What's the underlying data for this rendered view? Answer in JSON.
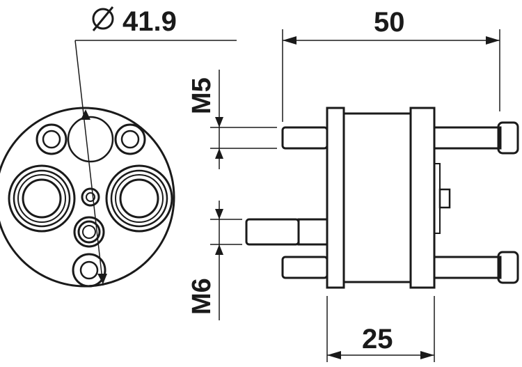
{
  "dimensions": {
    "diameter_symbol": "⌀",
    "diameter_value": "41.9",
    "overall_length": "50",
    "body_length": "25",
    "upper_thread": "M5",
    "lower_thread": "M6"
  },
  "colors": {
    "line": "#1a1a1a",
    "background": "#ffffff"
  }
}
